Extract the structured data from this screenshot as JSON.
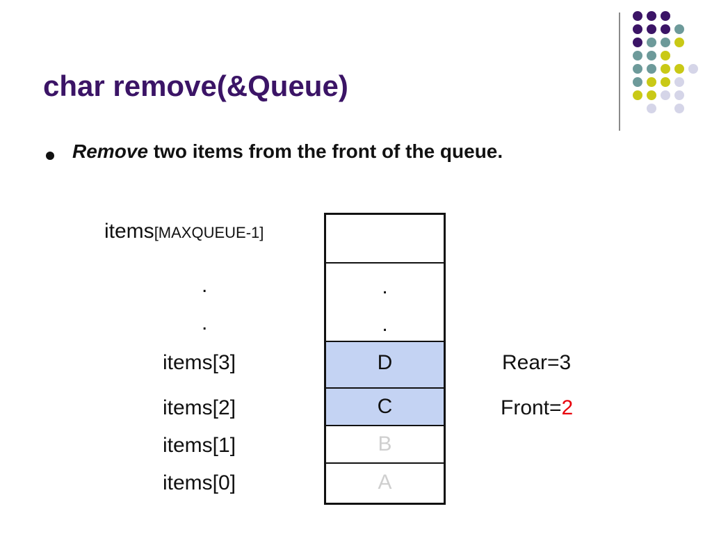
{
  "slide": {
    "title": "char remove(&Queue)",
    "bullet": {
      "emphasis": "Remove",
      "rest": " two items from the front of the queue."
    }
  },
  "queue": {
    "labels": {
      "top_main": "items",
      "top_sub": "[MAXQUEUE-1]",
      "dot1": ".",
      "dot2": ".",
      "i3": "items[3]",
      "i2": "items[2]",
      "i1": "items[1]",
      "i0": "items[0]"
    },
    "cells": {
      "top": "",
      "dot1": ".",
      "dot2": ".",
      "i3": "D",
      "i2": "C",
      "i1": "B",
      "i0": "A"
    },
    "rear": {
      "label": "Rear=3"
    },
    "front": {
      "label": "Front=",
      "value": "2"
    }
  },
  "colors": {
    "title": "#3b1466",
    "filled_cell": "#c4d3f3",
    "removed_text": "#cfcfcf",
    "front_value": "#e8000b",
    "dot_purple": "#3b1466",
    "dot_teal": "#6d9a9a",
    "dot_yellow": "#c9c916",
    "dot_lavender": "#d5d5e8"
  }
}
